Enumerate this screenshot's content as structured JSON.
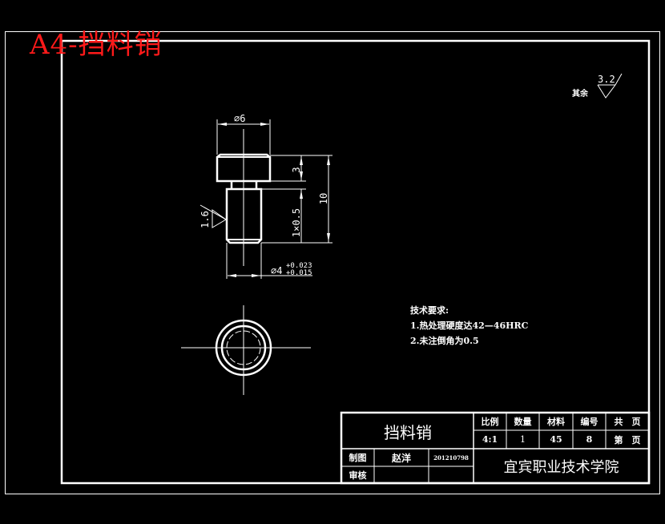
{
  "drawing": {
    "sheet_label": "A4-挡料销",
    "surface_finish_other": {
      "label": "其余",
      "value": "3.2"
    },
    "surface_finish_side": "1.6",
    "dimensions": {
      "head_diameter": "⌀6",
      "head_height": "3",
      "total_length": "10",
      "undercut": "1×0.5",
      "shaft_diameter": "⌀4",
      "shaft_tol_upper": "+0.023",
      "shaft_tol_lower": "+0.015"
    },
    "technical_requirements": {
      "title": "技术要求:",
      "items": [
        "1.热处理硬度达42—46HRC",
        "2.未注倒角为0.5"
      ]
    },
    "title_block": {
      "part_name": "挡料销",
      "headers": [
        "比例",
        "数量",
        "材料",
        "编号",
        "共　页"
      ],
      "values": [
        "4:1",
        "1",
        "45",
        "8",
        "第　页"
      ],
      "drawn_by_label": "制图",
      "drawn_by_name": "赵洋",
      "drawn_by_id": "201210798",
      "checked_by_label": "审核",
      "checked_by_name": "",
      "checked_by_id": "",
      "institution": "宜宾职业技术学院"
    },
    "colors": {
      "background": "#000000",
      "line": "#ffffff",
      "label": "#ff1a1a"
    }
  }
}
